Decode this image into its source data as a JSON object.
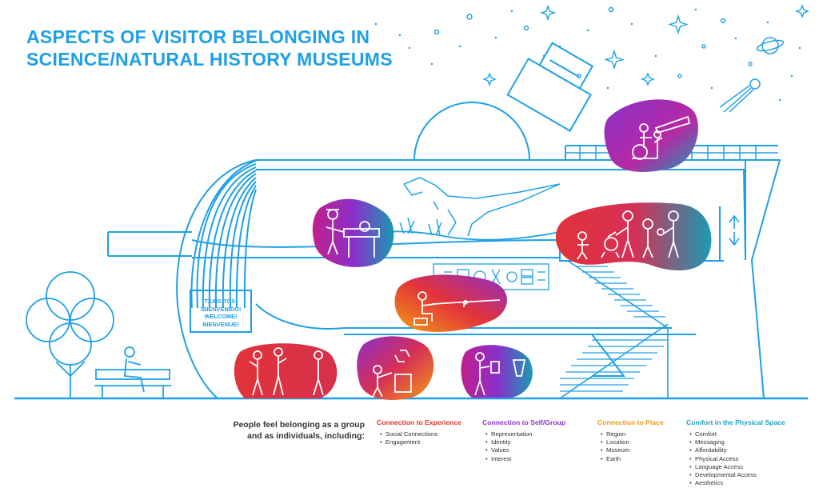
{
  "title": {
    "line1": "ASPECTS OF VISITOR BELONGING IN",
    "line2": "SCIENCE/NATURAL HISTORY MUSEUMS"
  },
  "welcome_sign": [
    "TXAIS TOS!",
    "!BIENVENIDO!",
    "WELCOME!",
    "BIENVENUE!"
  ],
  "intro": {
    "line1": "People feel belonging as a group",
    "line2": "and as individuals, including:"
  },
  "categories": [
    {
      "heading": "Connection to Experience",
      "color": "#e0342f",
      "items": [
        "Social Connections",
        "Engagement"
      ]
    },
    {
      "heading": "Connection to Self/Group",
      "color": "#8a34c9",
      "items": [
        "Representation",
        "Identity",
        "Values",
        "Interest"
      ]
    },
    {
      "heading": "Connection to Place",
      "color": "#f29a12",
      "items": [
        "Region",
        "Location",
        "Museum",
        "Earth"
      ]
    },
    {
      "heading": "Comfort in the Physical Space",
      "color": "#1e9fc4",
      "items": [
        "Comfort",
        "Messaging",
        "Affordability",
        "Physical Access",
        "Language Access",
        "Developmental Access",
        "Aesthetics"
      ]
    }
  ],
  "colors": {
    "line": "#1ea0e6",
    "text": "#333333"
  }
}
